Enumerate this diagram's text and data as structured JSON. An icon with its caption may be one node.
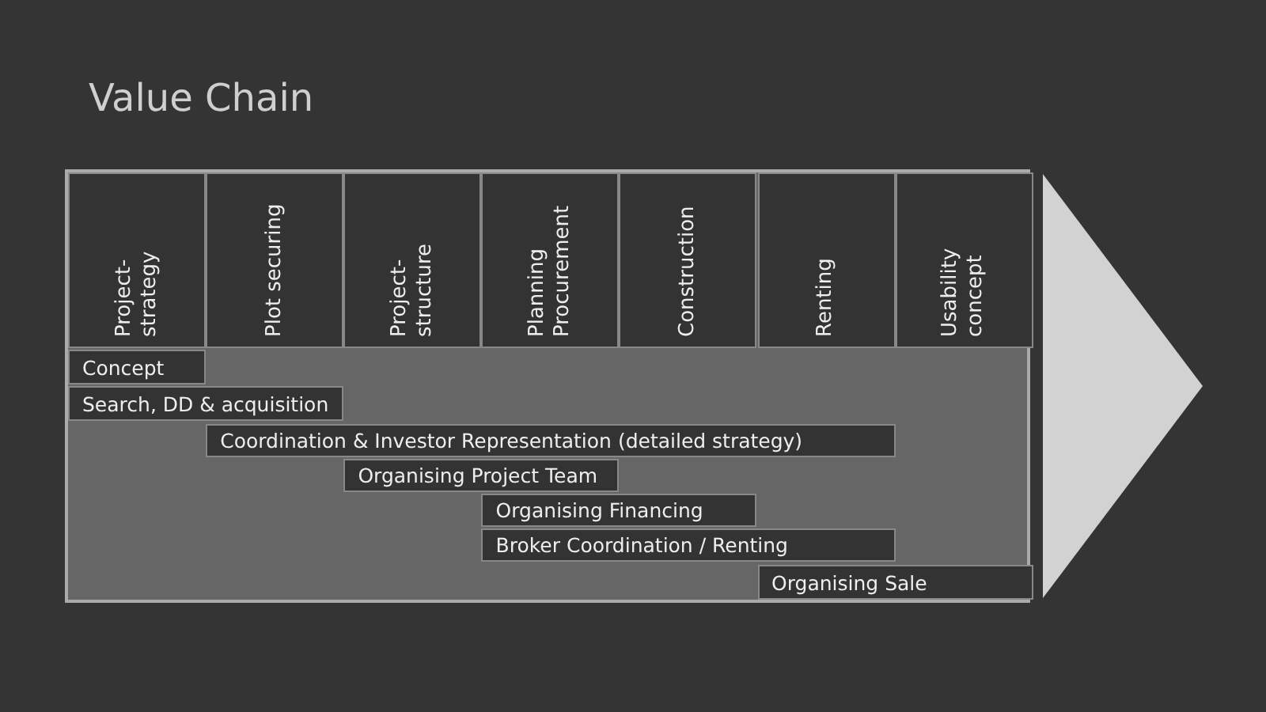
{
  "diagram": {
    "title": "Value Chain",
    "nodes": [
      {
        "text": [
          "Project- strategy"
        ]
      },
      {
        "text": [
          "Plot securing"
        ]
      },
      {
        "text": [
          "Project- structure"
        ]
      },
      {
        "text": [
          "Planning Procurement"
        ]
      },
      {
        "text": [
          "Construction"
        ]
      },
      {
        "text": [
          "Renting"
        ]
      },
      {
        "text": [
          "Usability concept"
        ]
      },
      {
        "text": [
          "Concept"
        ]
      },
      {
        "text": [
          "Search, DD & acquisition"
        ]
      },
      {
        "text": [
          "Coordination & Investor Representation (detailed strategy)"
        ]
      },
      {
        "text": [
          "Organising Project Team"
        ]
      },
      {
        "text": [
          "Organising Financing"
        ]
      },
      {
        "text": [
          "Broker Coordination / Renting"
        ]
      },
      {
        "text": [
          "Organising Sale"
        ]
      }
    ],
    "edges": []
  }
}
